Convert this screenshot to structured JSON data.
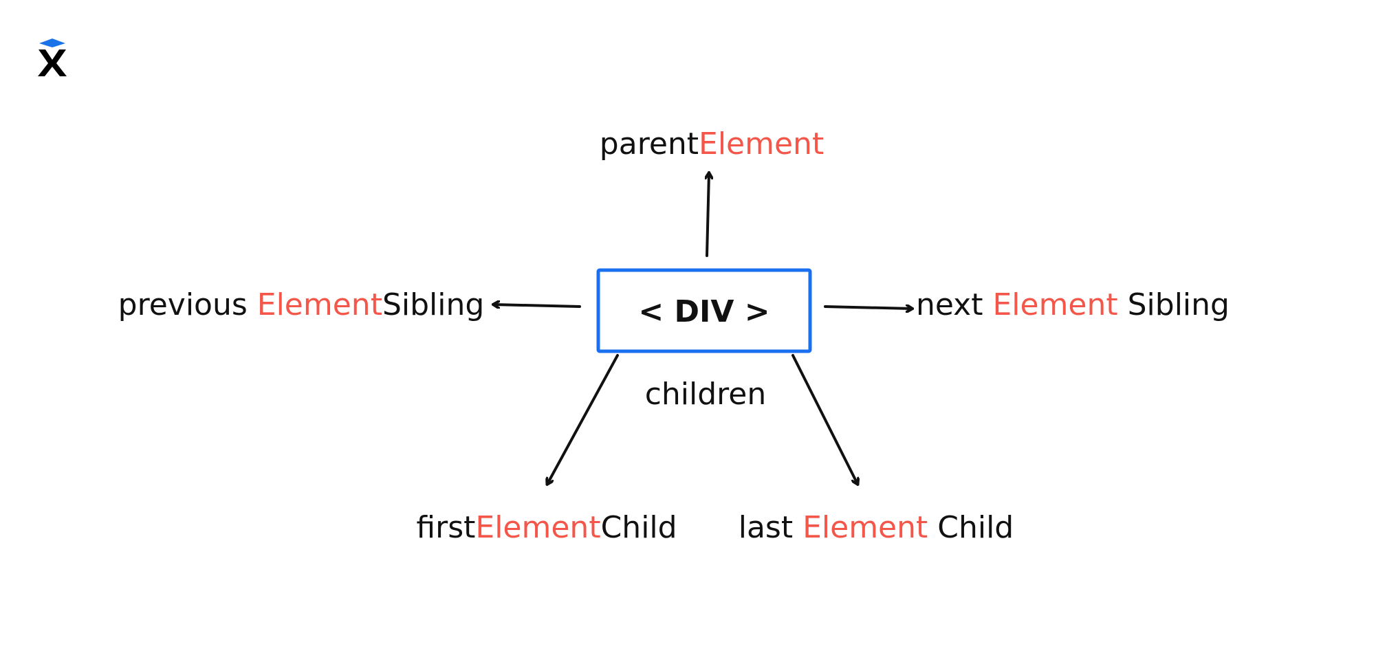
{
  "logo": {
    "icon": "x-logo-with-blue-diamond",
    "accent_color": "#1a73e8"
  },
  "center_box": {
    "label": "< DIV >",
    "border_color": "#1a6ff0"
  },
  "highlight_color": "#f4574a",
  "labels": {
    "parent": {
      "pre": "parent",
      "hl": "Element",
      "post": ""
    },
    "previous": {
      "pre": "previous ",
      "hl": "Element",
      "post": "Sibling"
    },
    "next": {
      "pre": "next ",
      "hl": "Element",
      "post": " Sibling"
    },
    "children": "children",
    "first": {
      "pre": "first",
      "hl": "Element",
      "post": "Child"
    },
    "last": {
      "pre": "last ",
      "hl": "Element",
      "post": " Child"
    }
  }
}
